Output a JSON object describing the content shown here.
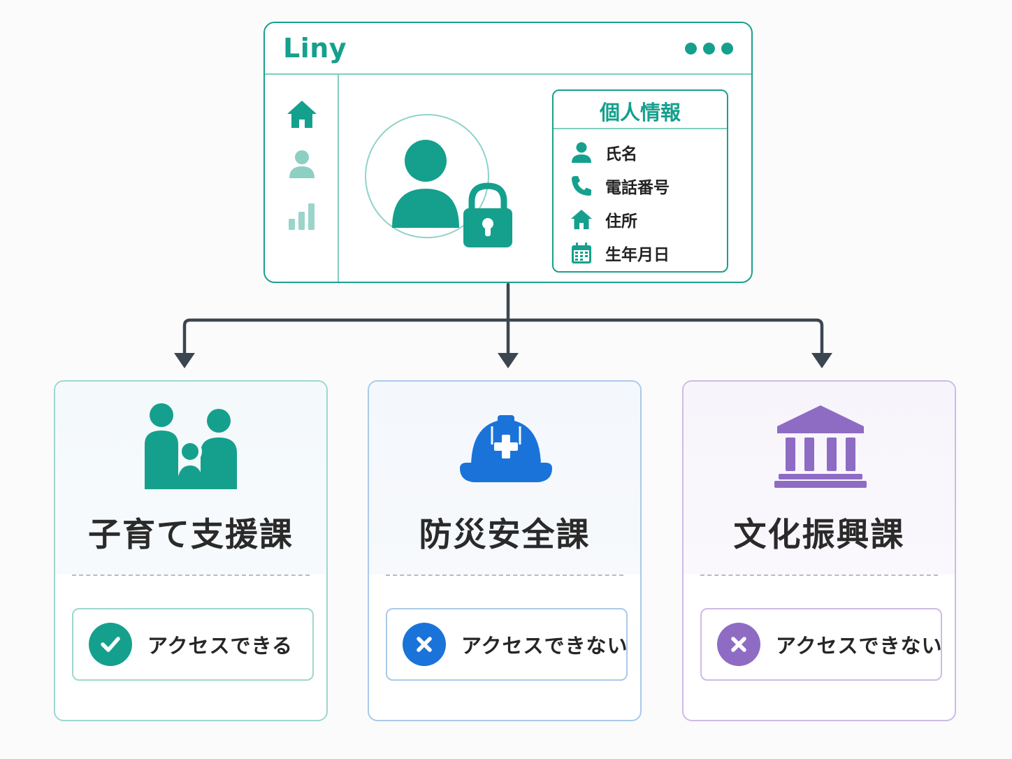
{
  "app": {
    "logo": "Liny",
    "colors": {
      "accent": "#15a08d",
      "accent_light": "#7fcdbf"
    },
    "sidebar_icons": [
      "home-icon",
      "user-icon",
      "bar-chart-icon"
    ],
    "profile_icons": [
      "user-icon",
      "lock-icon"
    ]
  },
  "info_card": {
    "title": "個人情報",
    "items": [
      {
        "icon": "user-icon",
        "label": "氏名"
      },
      {
        "icon": "phone-icon",
        "label": "電話番号"
      },
      {
        "icon": "home-icon",
        "label": "住所"
      },
      {
        "icon": "calendar-icon",
        "label": "生年月日"
      }
    ]
  },
  "departments": [
    {
      "name": "子育て支援課",
      "icon": "family-icon",
      "color": "#15a08d",
      "access": {
        "status": "allowed",
        "icon": "check-icon",
        "label": "アクセスできる"
      }
    },
    {
      "name": "防災安全課",
      "icon": "hard-hat-icon",
      "color": "#1a73d9",
      "access": {
        "status": "denied",
        "icon": "x-icon",
        "label": "アクセスできない"
      }
    },
    {
      "name": "文化振興課",
      "icon": "museum-icon",
      "color": "#8e6cc4",
      "access": {
        "status": "denied",
        "icon": "x-icon",
        "label": "アクセスできない"
      }
    }
  ]
}
